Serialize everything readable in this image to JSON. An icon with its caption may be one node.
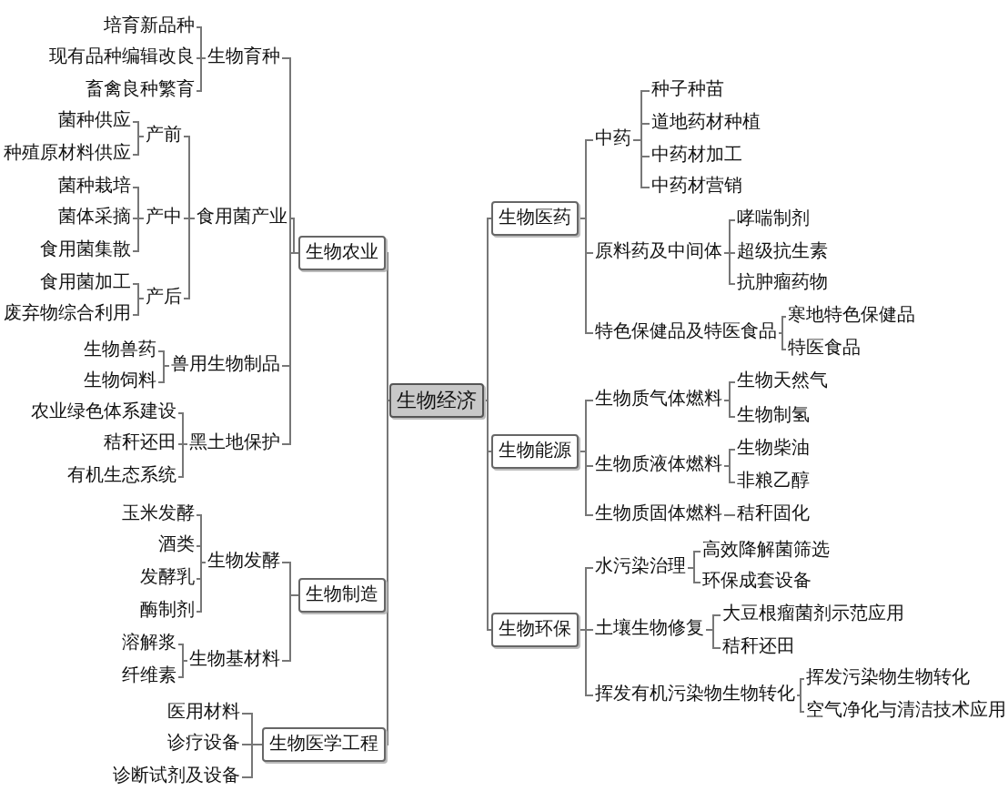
{
  "diagram": {
    "nodes": [
      {
        "text": [
          "生物经济"
        ]
      },
      {
        "text": [
          "生物农业"
        ]
      },
      {
        "text": [
          "生物育种"
        ]
      },
      {
        "text": [
          "培育新品种"
        ]
      },
      {
        "text": [
          "现有品种编辑改良"
        ]
      },
      {
        "text": [
          "畜禽良种繁育"
        ]
      },
      {
        "text": [
          "食用菌产业"
        ]
      },
      {
        "text": [
          "产前"
        ]
      },
      {
        "text": [
          "菌种供应"
        ]
      },
      {
        "text": [
          "种殖原材料供应"
        ]
      },
      {
        "text": [
          "产中"
        ]
      },
      {
        "text": [
          "菌种栽培"
        ]
      },
      {
        "text": [
          "菌体采摘"
        ]
      },
      {
        "text": [
          "食用菌集散"
        ]
      },
      {
        "text": [
          "产后"
        ]
      },
      {
        "text": [
          "食用菌加工"
        ]
      },
      {
        "text": [
          "废弃物综合利用"
        ]
      },
      {
        "text": [
          "兽用生物制品"
        ]
      },
      {
        "text": [
          "生物兽药"
        ]
      },
      {
        "text": [
          "生物饲料"
        ]
      },
      {
        "text": [
          "黑土地保护"
        ]
      },
      {
        "text": [
          "农业绿色体系建设"
        ]
      },
      {
        "text": [
          "秸秆还田"
        ]
      },
      {
        "text": [
          "有机生态系统"
        ]
      },
      {
        "text": [
          "生物制造"
        ]
      },
      {
        "text": [
          "生物发酵"
        ]
      },
      {
        "text": [
          "玉米发酵"
        ]
      },
      {
        "text": [
          "酒类"
        ]
      },
      {
        "text": [
          "发酵乳"
        ]
      },
      {
        "text": [
          "酶制剂"
        ]
      },
      {
        "text": [
          "生物基材料"
        ]
      },
      {
        "text": [
          "溶解浆"
        ]
      },
      {
        "text": [
          "纤维素"
        ]
      },
      {
        "text": [
          "生物医学工程"
        ]
      },
      {
        "text": [
          "医用材料"
        ]
      },
      {
        "text": [
          "诊疗设备"
        ]
      },
      {
        "text": [
          "诊断试剂及设备"
        ]
      },
      {
        "text": [
          "生物医药"
        ]
      },
      {
        "text": [
          "中药"
        ]
      },
      {
        "text": [
          "种子种苗"
        ]
      },
      {
        "text": [
          "道地药材种植"
        ]
      },
      {
        "text": [
          "中药材加工"
        ]
      },
      {
        "text": [
          "中药材营销"
        ]
      },
      {
        "text": [
          "原料药及中间体"
        ]
      },
      {
        "text": [
          "哮喘制剂"
        ]
      },
      {
        "text": [
          "超级抗生素"
        ]
      },
      {
        "text": [
          "抗肿瘤药物"
        ]
      },
      {
        "text": [
          "特色保健品及特医食品"
        ]
      },
      {
        "text": [
          "寒地特色保健品"
        ]
      },
      {
        "text": [
          "特医食品"
        ]
      },
      {
        "text": [
          "生物能源"
        ]
      },
      {
        "text": [
          "生物质气体燃料"
        ]
      },
      {
        "text": [
          "生物天然气"
        ]
      },
      {
        "text": [
          "生物制氢"
        ]
      },
      {
        "text": [
          "生物质液体燃料"
        ]
      },
      {
        "text": [
          "生物柴油"
        ]
      },
      {
        "text": [
          "非粮乙醇"
        ]
      },
      {
        "text": [
          "生物质固体燃料"
        ]
      },
      {
        "text": [
          "秸秆固化"
        ]
      },
      {
        "text": [
          "生物环保"
        ]
      },
      {
        "text": [
          "水污染治理"
        ]
      },
      {
        "text": [
          "高效降解菌筛选"
        ]
      },
      {
        "text": [
          "环保成套设备"
        ]
      },
      {
        "text": [
          "土壤生物修复"
        ]
      },
      {
        "text": [
          "大豆根瘤菌剂示范应用"
        ]
      },
      {
        "text": [
          "秸秆还田"
        ]
      },
      {
        "text": [
          "挥发有机污染物生物转化"
        ]
      },
      {
        "text": [
          "挥发污染物生物转化"
        ]
      },
      {
        "text": [
          "空气净化与清洁技术应用"
        ]
      }
    ],
    "edges": [
      {
        "from": 0,
        "to": 1,
        "arrow": "none"
      },
      {
        "from": 1,
        "to": 2,
        "arrow": "none"
      },
      {
        "from": 2,
        "to": 3,
        "arrow": "none"
      },
      {
        "from": 2,
        "to": 4,
        "arrow": "none"
      },
      {
        "from": 2,
        "to": 5,
        "arrow": "none"
      },
      {
        "from": 1,
        "to": 6,
        "arrow": "none"
      },
      {
        "from": 6,
        "to": 7,
        "arrow": "none"
      },
      {
        "from": 7,
        "to": 8,
        "arrow": "none"
      },
      {
        "from": 7,
        "to": 9,
        "arrow": "none"
      },
      {
        "from": 6,
        "to": 10,
        "arrow": "none"
      },
      {
        "from": 10,
        "to": 11,
        "arrow": "none"
      },
      {
        "from": 10,
        "to": 12,
        "arrow": "none"
      },
      {
        "from": 10,
        "to": 13,
        "arrow": "none"
      },
      {
        "from": 6,
        "to": 14,
        "arrow": "none"
      },
      {
        "from": 14,
        "to": 15,
        "arrow": "none"
      },
      {
        "from": 14,
        "to": 16,
        "arrow": "none"
      },
      {
        "from": 1,
        "to": 17,
        "arrow": "none"
      },
      {
        "from": 17,
        "to": 18,
        "arrow": "none"
      },
      {
        "from": 17,
        "to": 19,
        "arrow": "none"
      },
      {
        "from": 1,
        "to": 20,
        "arrow": "none"
      },
      {
        "from": 20,
        "to": 21,
        "arrow": "none"
      },
      {
        "from": 20,
        "to": 22,
        "arrow": "none"
      },
      {
        "from": 20,
        "to": 23,
        "arrow": "none"
      },
      {
        "from": 0,
        "to": 24,
        "arrow": "none"
      },
      {
        "from": 24,
        "to": 25,
        "arrow": "none"
      },
      {
        "from": 25,
        "to": 26,
        "arrow": "none"
      },
      {
        "from": 25,
        "to": 27,
        "arrow": "none"
      },
      {
        "from": 25,
        "to": 28,
        "arrow": "none"
      },
      {
        "from": 25,
        "to": 29,
        "arrow": "none"
      },
      {
        "from": 24,
        "to": 30,
        "arrow": "none"
      },
      {
        "from": 30,
        "to": 31,
        "arrow": "none"
      },
      {
        "from": 30,
        "to": 32,
        "arrow": "none"
      },
      {
        "from": 0,
        "to": 33,
        "arrow": "none"
      },
      {
        "from": 33,
        "to": 34,
        "arrow": "none"
      },
      {
        "from": 33,
        "to": 35,
        "arrow": "none"
      },
      {
        "from": 33,
        "to": 36,
        "arrow": "none"
      },
      {
        "from": 0,
        "to": 37,
        "arrow": "none"
      },
      {
        "from": 37,
        "to": 38,
        "arrow": "none"
      },
      {
        "from": 38,
        "to": 39,
        "arrow": "none"
      },
      {
        "from": 38,
        "to": 40,
        "arrow": "none"
      },
      {
        "from": 38,
        "to": 41,
        "arrow": "none"
      },
      {
        "from": 38,
        "to": 42,
        "arrow": "none"
      },
      {
        "from": 37,
        "to": 43,
        "arrow": "none"
      },
      {
        "from": 43,
        "to": 44,
        "arrow": "none"
      },
      {
        "from": 43,
        "to": 45,
        "arrow": "none"
      },
      {
        "from": 43,
        "to": 46,
        "arrow": "none"
      },
      {
        "from": 37,
        "to": 47,
        "arrow": "none"
      },
      {
        "from": 47,
        "to": 48,
        "arrow": "none"
      },
      {
        "from": 47,
        "to": 49,
        "arrow": "none"
      },
      {
        "from": 0,
        "to": 50,
        "arrow": "none"
      },
      {
        "from": 50,
        "to": 51,
        "arrow": "none"
      },
      {
        "from": 51,
        "to": 52,
        "arrow": "none"
      },
      {
        "from": 51,
        "to": 53,
        "arrow": "none"
      },
      {
        "from": 50,
        "to": 54,
        "arrow": "none"
      },
      {
        "from": 54,
        "to": 55,
        "arrow": "none"
      },
      {
        "from": 54,
        "to": 56,
        "arrow": "none"
      },
      {
        "from": 50,
        "to": 57,
        "arrow": "none"
      },
      {
        "from": 57,
        "to": 58,
        "arrow": "none"
      },
      {
        "from": 0,
        "to": 59,
        "arrow": "none"
      },
      {
        "from": 59,
        "to": 60,
        "arrow": "none"
      },
      {
        "from": 60,
        "to": 61,
        "arrow": "none"
      },
      {
        "from": 60,
        "to": 62,
        "arrow": "none"
      },
      {
        "from": 59,
        "to": 63,
        "arrow": "none"
      },
      {
        "from": 63,
        "to": 64,
        "arrow": "none"
      },
      {
        "from": 63,
        "to": 65,
        "arrow": "none"
      },
      {
        "from": 59,
        "to": 66,
        "arrow": "none"
      },
      {
        "from": 66,
        "to": 67,
        "arrow": "none"
      },
      {
        "from": 66,
        "to": 68,
        "arrow": "none"
      }
    ]
  }
}
